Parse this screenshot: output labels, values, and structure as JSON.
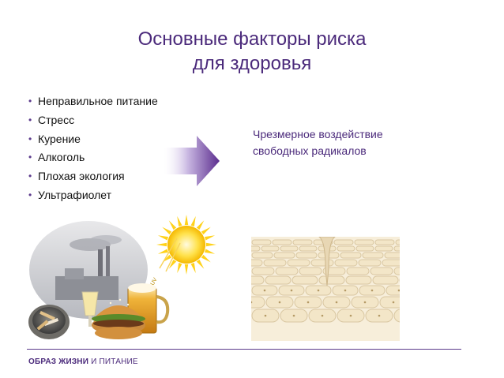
{
  "title": {
    "line1": "Основные факторы риска",
    "line2": "для здоровья"
  },
  "factors": [
    "Неправильное питание",
    "Стресс",
    "Курение",
    "Алкоголь",
    "Плохая экология",
    "Ультрафиолет"
  ],
  "effect": {
    "line1": "Чрезмерное воздействие",
    "line2": "свободных радикалов"
  },
  "uv_label": "UV",
  "footer": {
    "bold_part": "ОБРАЗ ЖИЗНИ",
    "normal_part": " И ПИТАНИЕ"
  },
  "colors": {
    "accent": "#4b2a7b",
    "arrow": "#5b2d8e",
    "sun": "#ffd21a"
  }
}
